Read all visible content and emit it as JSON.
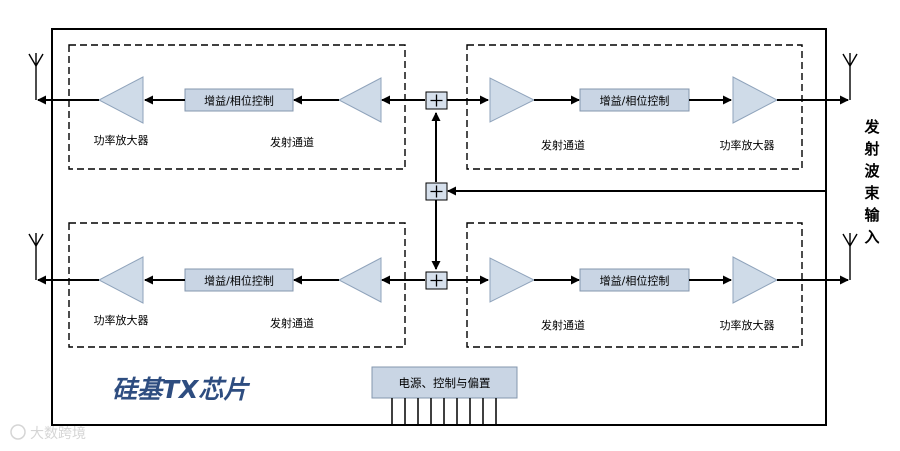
{
  "diagram": {
    "chip_title": "硅基TX芯片",
    "beam_input_label": "发射波束输入",
    "power_block_label": "电源、控制与偏置",
    "channels": [
      {
        "gain_label": "增益/相位控制",
        "channel_label": "发射通道",
        "amp_label": "功率放大器"
      },
      {
        "gain_label": "增益/相位控制",
        "channel_label": "发射通道",
        "amp_label": "功率放大器"
      },
      {
        "gain_label": "增益/相位控制",
        "channel_label": "发射通道",
        "amp_label": "功率放大器"
      },
      {
        "gain_label": "增益/相位控制",
        "channel_label": "发射通道",
        "amp_label": "功率放大器"
      }
    ],
    "watermark": "大数跨境"
  },
  "colors": {
    "line": "#000000",
    "block_fill": "#c9d5e4",
    "block_stroke": "#8497ae",
    "amp_fill": "#cfdbe8",
    "amp_stroke": "#8fa3bb",
    "title_color": "#2e4d80"
  }
}
